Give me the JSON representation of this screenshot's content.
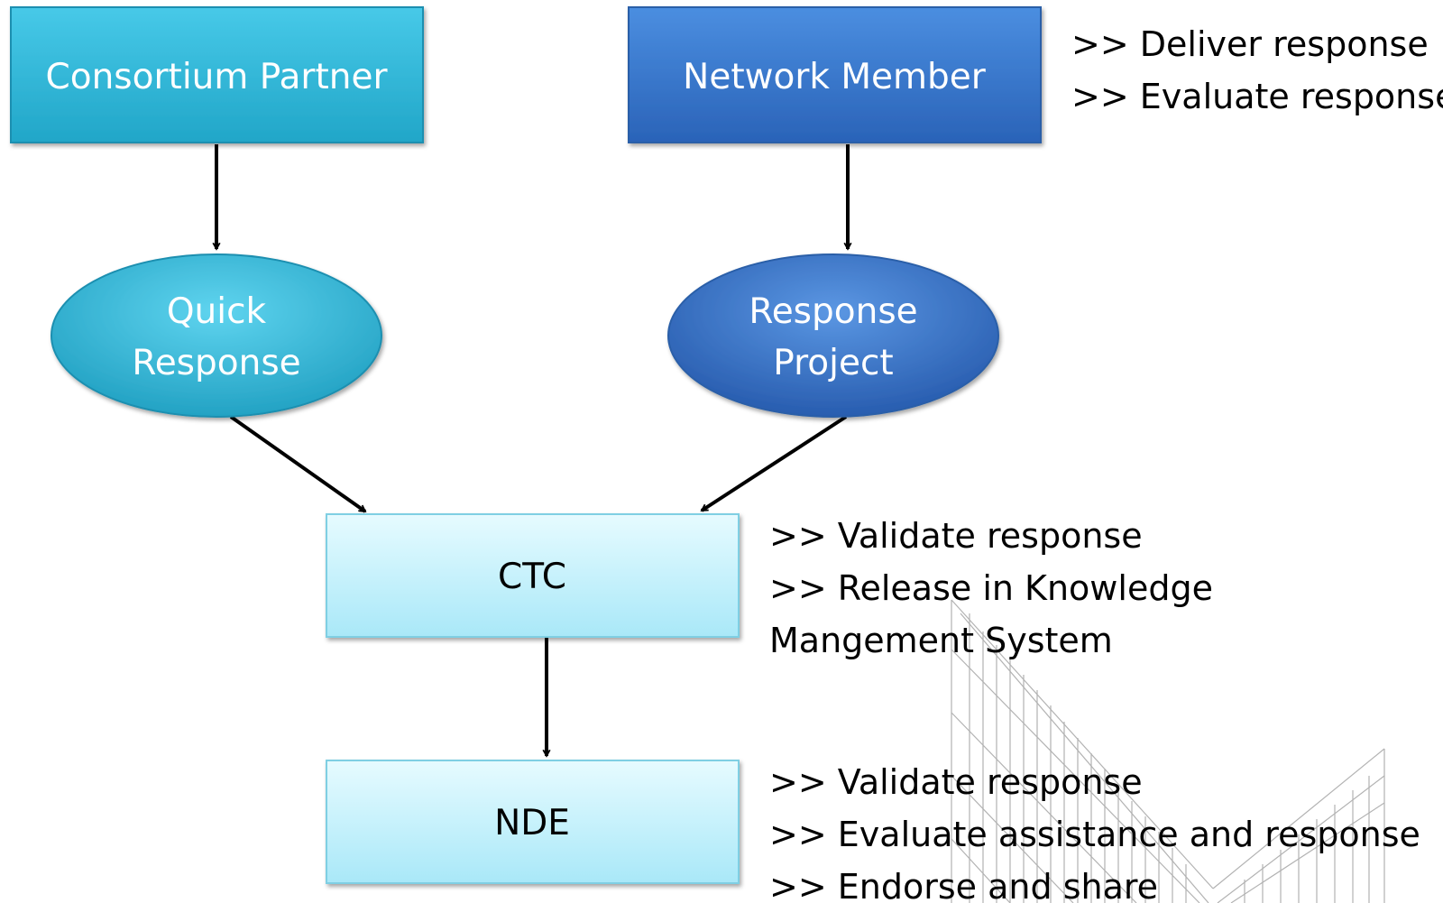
{
  "nodes": {
    "consortium_partner": {
      "label": "Consortium Partner",
      "shape": "rectangle",
      "color": "#2bb4d6"
    },
    "network_member": {
      "label": "Network Member",
      "shape": "rectangle",
      "color": "#3a7bd0"
    },
    "quick_response": {
      "label_line1": "Quick",
      "label_line2": "Response",
      "shape": "ellipse",
      "color": "#2bb4d6"
    },
    "response_project": {
      "label_line1": "Response",
      "label_line2": "Project",
      "shape": "ellipse",
      "color": "#3a7bd0"
    },
    "ctc": {
      "label": "CTC",
      "shape": "rectangle",
      "color": "#bff0fb"
    },
    "nde": {
      "label": "NDE",
      "shape": "rectangle",
      "color": "#bff0fb"
    }
  },
  "edges": [
    {
      "from": "Consortium Partner",
      "to": "Quick Response"
    },
    {
      "from": "Network Member",
      "to": "Response Project"
    },
    {
      "from": "Quick Response",
      "to": "CTC"
    },
    {
      "from": "Response Project",
      "to": "CTC"
    },
    {
      "from": "CTC",
      "to": "NDE"
    }
  ],
  "notes": {
    "network_member": [
      "Deliver response",
      "Evaluate response"
    ],
    "ctc": [
      "Validate response",
      "Release in Knowledge",
      "Mangement System"
    ],
    "nde": [
      "Validate response",
      "Evaluate assistance and response",
      "Endorse and share"
    ]
  },
  "note_prefix": ">>",
  "background": {
    "watermark": "building-sketch"
  }
}
